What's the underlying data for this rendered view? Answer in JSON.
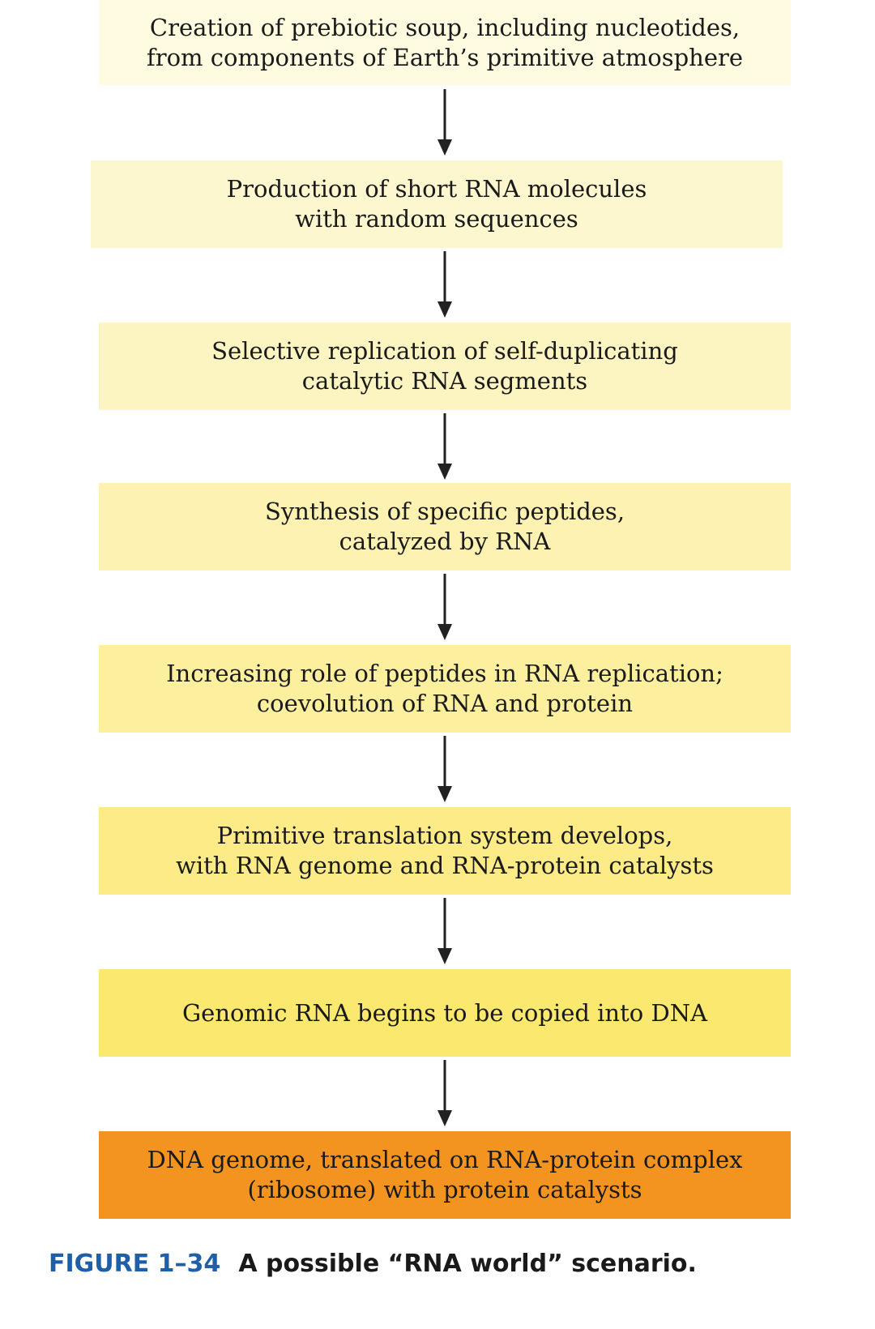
{
  "steps": [
    {
      "text": "Creation of prebiotic soup, including nucleotides,\nfrom components of Earth’s primitive atmosphere",
      "color": "#fefbe0"
    },
    {
      "text": "Production of short RNA molecules\nwith random sequences",
      "color": "#fdf7cf"
    },
    {
      "text": "Selective replication of self-duplicating\ncatalytic RNA segments",
      "color": "#fdf5c1"
    },
    {
      "text": "Synthesis of specific peptides,\ncatalyzed by RNA",
      "color": "#fdf2b2"
    },
    {
      "text": "Increasing role of peptides in RNA replication;\ncoevolution of RNA and protein",
      "color": "#fcef9e"
    },
    {
      "text": "Primitive translation system develops,\nwith RNA genome and RNA-protein catalysts",
      "color": "#fceb87"
    },
    {
      "text": "Genomic RNA begins to be copied into DNA",
      "color": "#fbe96f"
    },
    {
      "text": "DNA genome, translated on RNA-protein complex\n(ribosome) with protein catalysts",
      "color": "#f39420"
    }
  ],
  "caption": {
    "figure_number": "FIGURE 1–34",
    "title": "A possible “RNA world” scenario."
  },
  "colors": {
    "arrow": "#222222",
    "caption_accent": "#1f5fa8"
  }
}
